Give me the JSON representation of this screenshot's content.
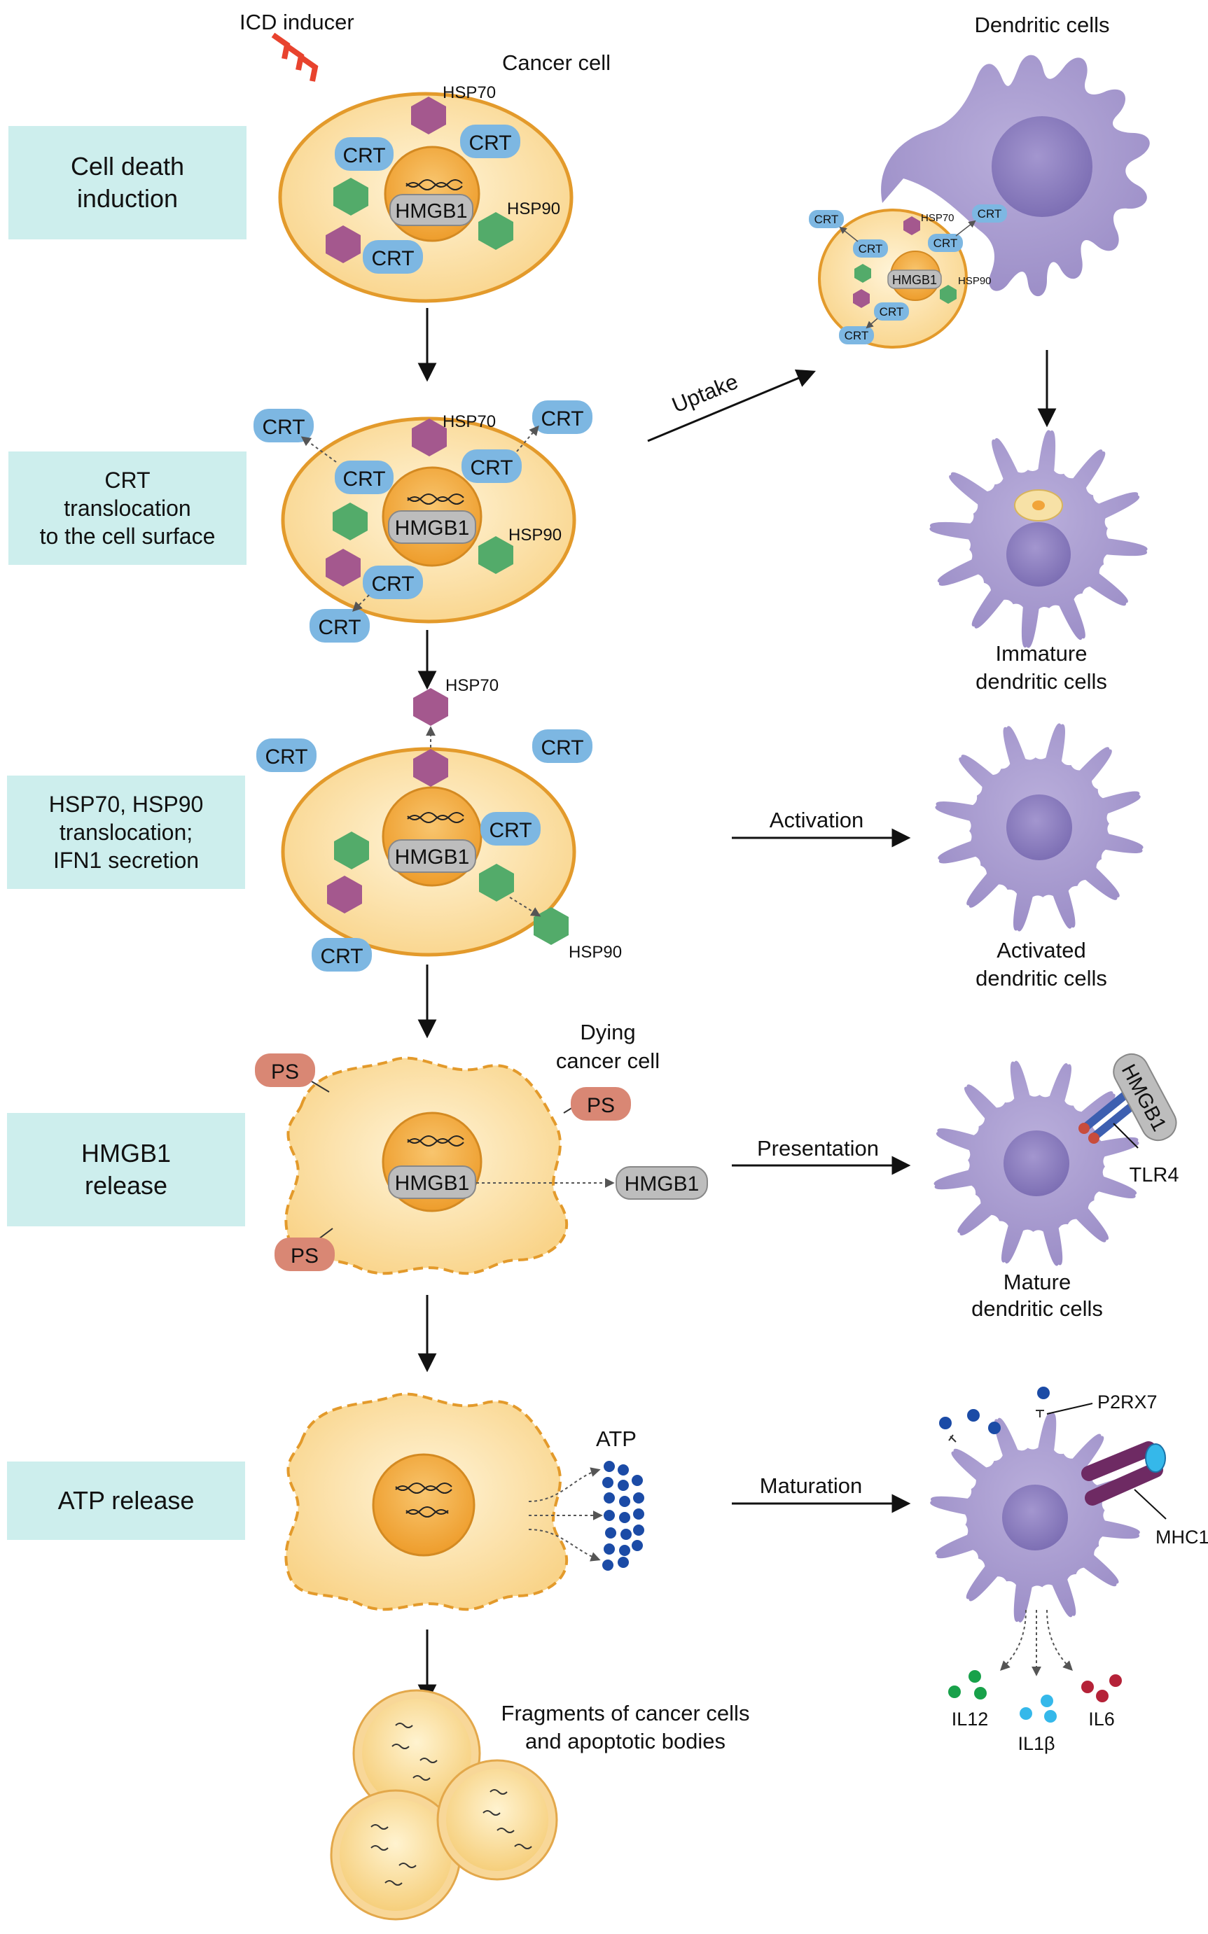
{
  "steps": [
    {
      "line1": "Cell death",
      "line2": "induction"
    },
    {
      "line1": "CRT",
      "line2": "translocation",
      "line3": "to the cell surface"
    },
    {
      "line1": "HSP70, HSP90",
      "line2": "translocation;",
      "line3": "IFN1 secretion"
    },
    {
      "line1": "HMGB1",
      "line2": "release"
    },
    {
      "line1": "ATP release"
    }
  ],
  "labels": {
    "icd_inducer": "ICD inducer",
    "cancer_cell": "Cancer cell",
    "dying_line1": "Dying",
    "dying_line2": "cancer cell",
    "fragments_line1": "Fragments of cancer cells",
    "fragments_line2": "and apoptotic bodies",
    "dendritic_cells": "Dendritic cells",
    "uptake": "Uptake",
    "activation": "Activation",
    "presentation": "Presentation",
    "maturation": "Maturation",
    "immature_line1": "Immature",
    "immature_line2": "dendritic cells",
    "activated_line1": "Activated",
    "activated_line2": "dendritic cells",
    "mature_line1": "Mature",
    "mature_line2": "dendritic cells",
    "tlr4": "TLR4",
    "p2rx7": "P2RX7",
    "mhc1": "MHC1",
    "il12": "IL12",
    "il1b": "IL1β",
    "il6": "IL6",
    "atp": "ATP"
  },
  "molecules": {
    "crt": "CRT",
    "hmgb1": "HMGB1",
    "hsp70": "HSP70",
    "hsp90": "HSP90",
    "ps": "PS"
  },
  "colors": {
    "box": "#cdeeed",
    "cell_fill": "#fbdca0",
    "cell_stroke": "#e39a2b",
    "nucleus": "#f2a93b",
    "crt": "#7db7e2",
    "hsp70": "#a4588e",
    "hsp90": "#53ab6a",
    "hmgb1": "#bdbdbd",
    "ps": "#d98774",
    "dc": "#a89bcf",
    "dc_nucleus": "#8b7cbc",
    "icd": "#e8432e",
    "atp": "#1b4ba6",
    "il12": "#18a14a",
    "il1b": "#35b8ea",
    "il6": "#b52238"
  }
}
